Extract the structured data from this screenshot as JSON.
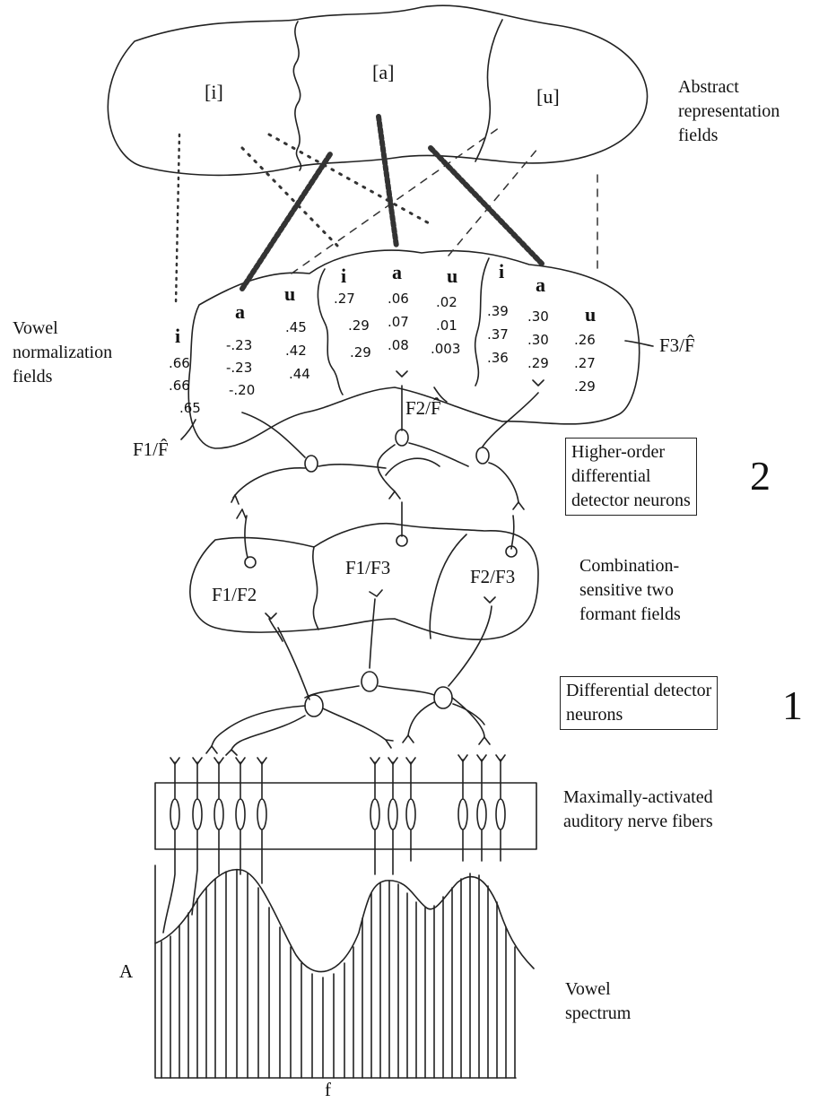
{
  "abstract_vowels": [
    "[i]",
    "[a]",
    "[u]"
  ],
  "labels": {
    "abstract": [
      "Abstract",
      "representation",
      "fields"
    ],
    "vowel_norm": [
      "Vowel",
      "normalization",
      "fields"
    ],
    "higher_order": [
      "Higher-order",
      "differential",
      "detector neurons"
    ],
    "combination": [
      "Combination-",
      "sensitive two",
      "formant fields"
    ],
    "differential": [
      "Differential detector",
      "neurons"
    ],
    "maximally": [
      "Maximally-activated",
      "auditory nerve fibers"
    ],
    "spectrum": [
      "Vowel",
      "spectrum"
    ],
    "axis_a": "A",
    "axis_f": "f",
    "number_2": "2",
    "number_1": "1"
  },
  "normalization_groups": [
    {
      "ratio": "F1/F̂",
      "vowels": [
        {
          "label": "i",
          "values": [
            ".66",
            ".66",
            ".65"
          ]
        },
        {
          "label": "a",
          "values": [
            "-.23",
            "-.23",
            "-.20"
          ]
        },
        {
          "label": "u",
          "values": [
            ".45",
            ".42",
            ".44"
          ]
        }
      ]
    },
    {
      "ratio": "F2/F̂",
      "vowels": [
        {
          "label": "i",
          "values": [
            ".27",
            ".29",
            ".29"
          ]
        },
        {
          "label": "a",
          "values": [
            ".06",
            ".07",
            ".08"
          ]
        },
        {
          "label": "u",
          "values": [
            ".02",
            ".01",
            ".003"
          ]
        }
      ]
    },
    {
      "ratio": "F3/F̂",
      "vowels": [
        {
          "label": "i",
          "values": [
            ".39",
            ".37",
            ".36"
          ]
        },
        {
          "label": "a",
          "values": [
            ".30",
            ".30",
            ".29"
          ]
        },
        {
          "label": "u",
          "values": [
            ".26",
            ".27",
            ".29"
          ]
        }
      ]
    }
  ],
  "two_formant_fields": [
    "F1/F2",
    "F1/F3",
    "F2/F3"
  ]
}
